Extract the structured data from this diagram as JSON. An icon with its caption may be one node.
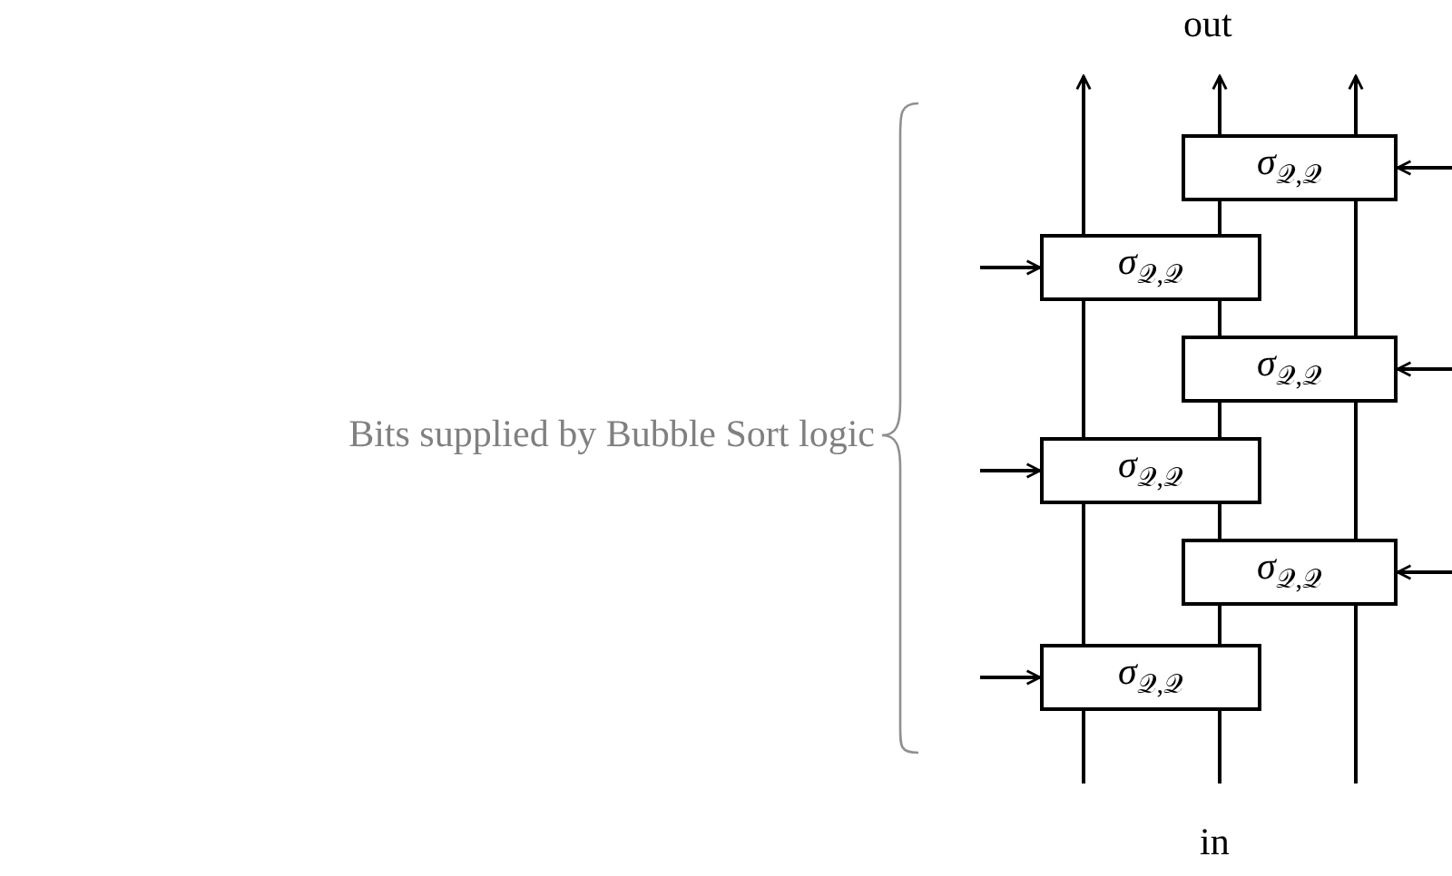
{
  "diagram": {
    "nodes": [
      {
        "text": [
          "σ$_{𝒬,𝒬}$"
        ]
      },
      {
        "text": [
          "σ$_{𝒬,𝒬}$"
        ]
      },
      {
        "text": [
          "σ$_{𝒬,𝒬}$"
        ]
      },
      {
        "text": [
          "σ$_{𝒬,𝒬}$"
        ]
      },
      {
        "text": [
          "σ$_{𝒬,𝒬}$"
        ]
      },
      {
        "text": [
          "σ$_{𝒬,𝒬}$"
        ]
      }
    ],
    "edges": [
      {
        "from": null,
        "to": 5,
        "arrow": "none"
      },
      {
        "from": 5,
        "to": 3,
        "arrow": "none"
      },
      {
        "from": 3,
        "to": 1,
        "arrow": "none"
      },
      {
        "from": 1,
        "to": null,
        "arrow": "to"
      },
      {
        "from": null,
        "to": 5,
        "arrow": "none"
      },
      {
        "from": 5,
        "to": 4,
        "arrow": "none"
      },
      {
        "from": 4,
        "to": 3,
        "arrow": "none"
      },
      {
        "from": 3,
        "to": 2,
        "arrow": "none"
      },
      {
        "from": 2,
        "to": 1,
        "arrow": "none"
      },
      {
        "from": 1,
        "to": 0,
        "arrow": "none"
      },
      {
        "from": 0,
        "to": null,
        "arrow": "to"
      },
      {
        "from": null,
        "to": 4,
        "arrow": "none"
      },
      {
        "from": 4,
        "to": 2,
        "arrow": "none"
      },
      {
        "from": 2,
        "to": 0,
        "arrow": "none"
      },
      {
        "from": 0,
        "to": null,
        "arrow": "to"
      },
      {
        "from": null,
        "to": 0,
        "arrow": "to"
      },
      {
        "from": null,
        "to": 1,
        "arrow": "to"
      },
      {
        "from": null,
        "to": 2,
        "arrow": "to"
      },
      {
        "from": null,
        "to": 3,
        "arrow": "to"
      },
      {
        "from": null,
        "to": 4,
        "arrow": "to"
      },
      {
        "from": null,
        "to": 5,
        "arrow": "to"
      }
    ],
    "labels": [
      "out",
      "Bits supplied by Bubble Sort logic",
      "in"
    ]
  }
}
